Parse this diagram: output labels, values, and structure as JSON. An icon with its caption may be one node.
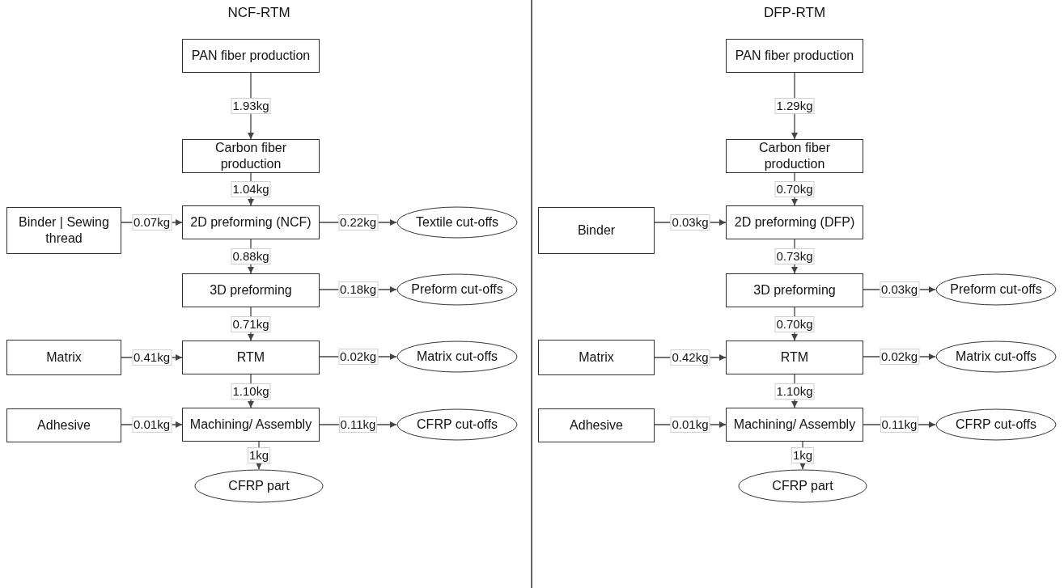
{
  "diagram": {
    "nodes": [
      {
        "text": [
          "PAN fiber production"
        ]
      },
      {
        "text": [
          "Carbon fiber production"
        ]
      },
      {
        "text": [
          "Binder | Sewing thread"
        ]
      },
      {
        "text": [
          "2D preforming (NCF)"
        ]
      },
      {
        "text": [
          "Textile cut-offs"
        ]
      },
      {
        "text": [
          "3D preforming"
        ]
      },
      {
        "text": [
          "Preform cut-offs"
        ]
      },
      {
        "text": [
          "Matrix"
        ]
      },
      {
        "text": [
          "RTM"
        ]
      },
      {
        "text": [
          "Matrix cut-offs"
        ]
      },
      {
        "text": [
          "Adhesive"
        ]
      },
      {
        "text": [
          "Machining/ Assembly"
        ]
      },
      {
        "text": [
          "CFRP cut-offs"
        ]
      },
      {
        "text": [
          "CFRP part"
        ]
      },
      {
        "text": [
          "PAN fiber production"
        ]
      },
      {
        "text": [
          "Carbon fiber production"
        ]
      },
      {
        "text": [
          "Binder"
        ]
      },
      {
        "text": [
          "2D preforming (DFP)"
        ]
      },
      {
        "text": [
          "3D preforming"
        ]
      },
      {
        "text": [
          "Preform cut-offs"
        ]
      },
      {
        "text": [
          "Matrix"
        ]
      },
      {
        "text": [
          "RTM"
        ]
      },
      {
        "text": [
          "Matrix cut-offs"
        ]
      },
      {
        "text": [
          "Adhesive"
        ]
      },
      {
        "text": [
          "Machining/ Assembly"
        ]
      },
      {
        "text": [
          "CFRP cut-offs"
        ]
      },
      {
        "text": [
          "CFRP part"
        ]
      }
    ],
    "edges": [
      {
        "from": 0,
        "to": 1,
        "arrow": "to",
        "label": "1.93kg"
      },
      {
        "from": 1,
        "to": 3,
        "arrow": "to",
        "label": "1.04kg"
      },
      {
        "from": 2,
        "to": 3,
        "arrow": "to",
        "label": "0.07kg"
      },
      {
        "from": 3,
        "to": 4,
        "arrow": "to",
        "label": "0.22kg"
      },
      {
        "from": 3,
        "to": 5,
        "arrow": "to",
        "label": "0.88kg"
      },
      {
        "from": 5,
        "to": 6,
        "arrow": "to",
        "label": "0.18kg"
      },
      {
        "from": 5,
        "to": 8,
        "arrow": "to",
        "label": "0.71kg"
      },
      {
        "from": 7,
        "to": 8,
        "arrow": "to",
        "label": "0.41kg"
      },
      {
        "from": 8,
        "to": 9,
        "arrow": "to",
        "label": "0.02kg"
      },
      {
        "from": 8,
        "to": 11,
        "arrow": "to",
        "label": "1.10kg"
      },
      {
        "from": 10,
        "to": 11,
        "arrow": "to",
        "label": "0.01kg"
      },
      {
        "from": 11,
        "to": 12,
        "arrow": "to",
        "label": "0.11kg"
      },
      {
        "from": 11,
        "to": 13,
        "arrow": "to",
        "label": "1kg"
      },
      {
        "from": 14,
        "to": 15,
        "arrow": "to",
        "label": "1.29kg"
      },
      {
        "from": 15,
        "to": 17,
        "arrow": "to",
        "label": "0.70kg"
      },
      {
        "from": 16,
        "to": 17,
        "arrow": "to",
        "label": "0.03kg"
      },
      {
        "from": 17,
        "to": 18,
        "arrow": "to",
        "label": "0.73kg"
      },
      {
        "from": 18,
        "to": 19,
        "arrow": "to",
        "label": "0.03kg"
      },
      {
        "from": 18,
        "to": 21,
        "arrow": "to",
        "label": "0.70kg"
      },
      {
        "from": 20,
        "to": 21,
        "arrow": "to",
        "label": "0.42kg"
      },
      {
        "from": 21,
        "to": 22,
        "arrow": "to",
        "label": "0.02kg"
      },
      {
        "from": 21,
        "to": 24,
        "arrow": "to",
        "label": "1.10kg"
      },
      {
        "from": 23,
        "to": 24,
        "arrow": "to",
        "label": "0.01kg"
      },
      {
        "from": 24,
        "to": 25,
        "arrow": "to",
        "label": "0.11kg"
      },
      {
        "from": 24,
        "to": 26,
        "arrow": "to",
        "label": "1kg"
      }
    ],
    "labels": [
      "NCF-RTM",
      "DFP-RTM"
    ]
  }
}
